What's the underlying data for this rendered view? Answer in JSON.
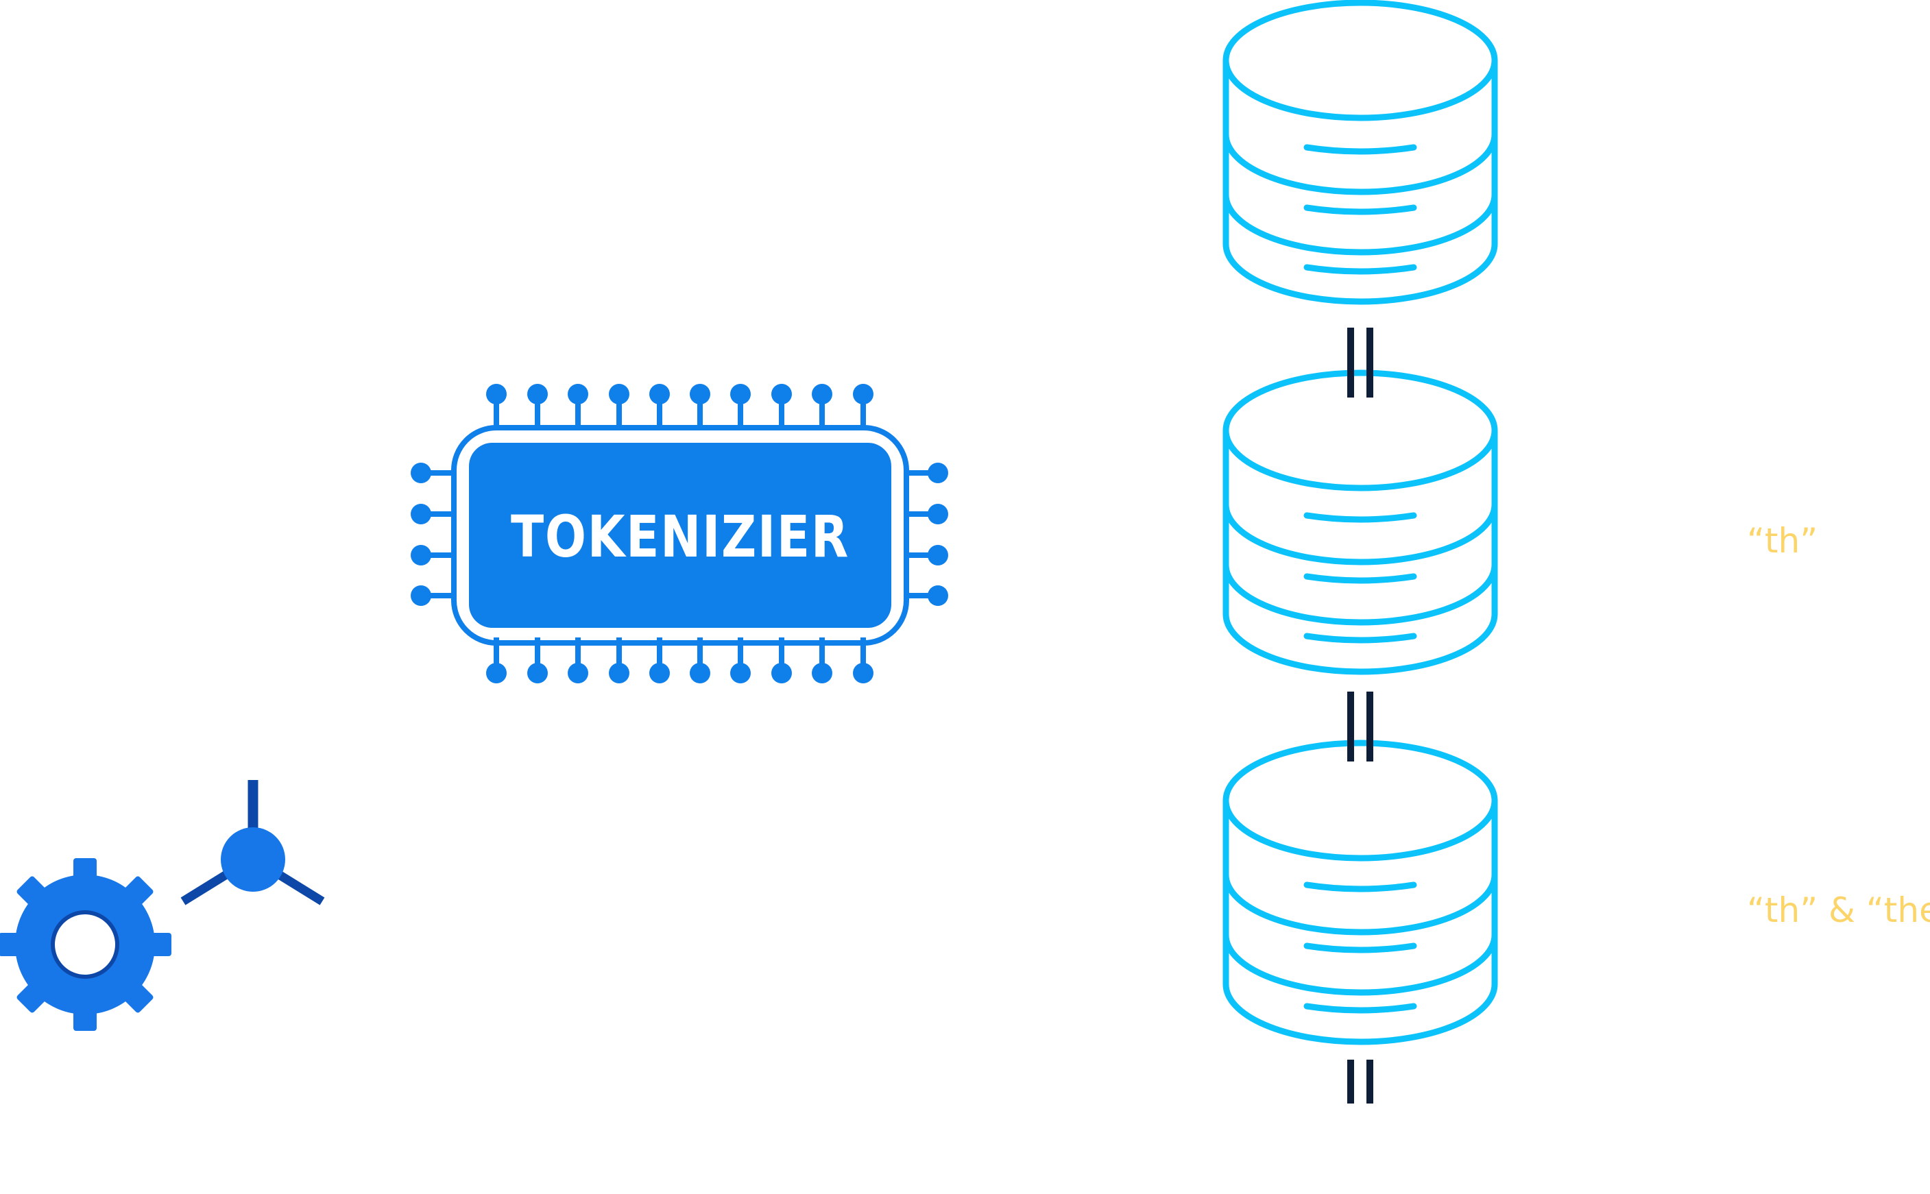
{
  "colors": {
    "background": "#ffffff",
    "chip_blue": "#0f7fe9",
    "db_cyan": "#0bc2fb",
    "connector_navy": "#0e1d38",
    "gear_blue": "#1877e8",
    "node_dark": "#0d48a8",
    "annotation_yellow": "#fbd46a"
  },
  "chip": {
    "label": "TOKENIZIER",
    "icon": "microchip-icon"
  },
  "gear": {
    "icon": "gear-icon"
  },
  "node": {
    "icon": "network-node-icon"
  },
  "databases": [
    {
      "icon": "database-icon",
      "annotation": ""
    },
    {
      "icon": "database-icon",
      "annotation": "“th”"
    },
    {
      "icon": "database-icon",
      "annotation": "“th” & “the”"
    }
  ]
}
